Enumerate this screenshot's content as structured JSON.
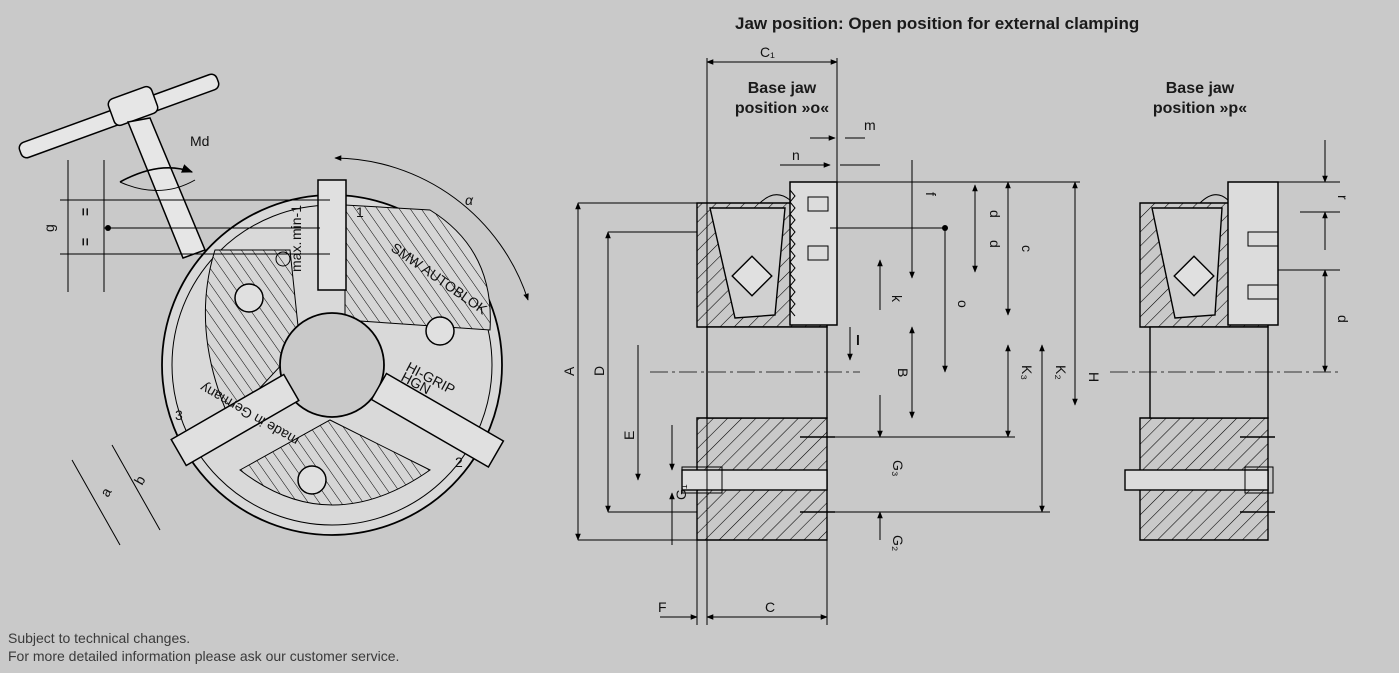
{
  "title": "Jaw position: Open position for external clamping",
  "base_jaw_o": [
    "Base jaw",
    "position »o«"
  ],
  "base_jaw_p": [
    "Base jaw",
    "position »p«"
  ],
  "footer": [
    "Subject to technical changes.",
    "For more detailed information please ask our customer service."
  ],
  "chuck": {
    "logo": "SMW AUTOBLOK",
    "brand": "HI-GRIP",
    "model": "HGN",
    "made_in": "made in Germany",
    "scale_max": "max.",
    "scale_min": "min-1",
    "jaw_numbers": [
      "1",
      "2",
      "3"
    ]
  },
  "dims": {
    "Md": "Md",
    "g": "g",
    "alpha": "α",
    "a": "a",
    "b": "b",
    "C1": "C₁",
    "C": "C",
    "F": "F",
    "m": "m",
    "n": "n",
    "f": "f",
    "d": "d",
    "c": "c",
    "k": "k",
    "o": "o",
    "l": "l",
    "B": "B",
    "K3": "K₃",
    "K2": "K₂",
    "H": "H",
    "A": "A",
    "D": "D",
    "E": "E",
    "G1": "G₁",
    "G2": "G₂",
    "G3": "G₃",
    "r": "r",
    "eq": "="
  }
}
